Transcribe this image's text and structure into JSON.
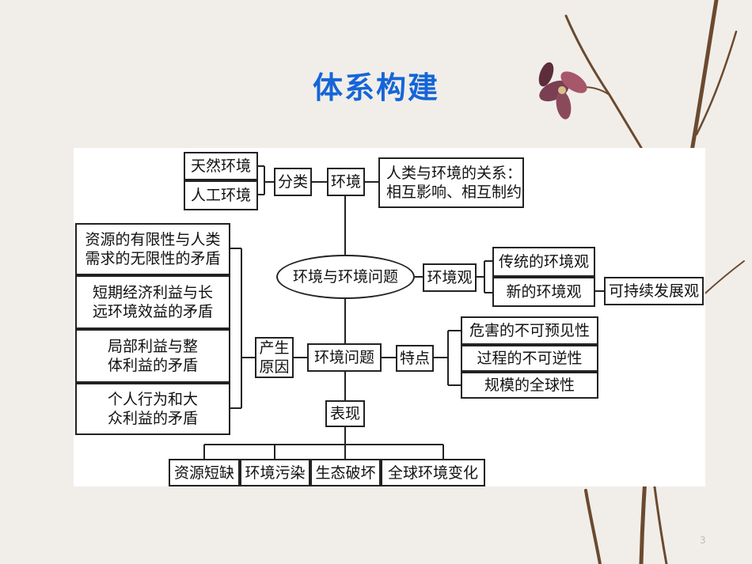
{
  "title": "体系构建",
  "page_number": "3",
  "nodes": {
    "natural_env": "天然环境",
    "artificial_env": "人工环境",
    "classification": "分类",
    "environment": "环境",
    "relation": "人类与环境的关系：\n相互影响、相互制约",
    "center": "环境与环境问题",
    "env_view": "环境观",
    "traditional_view": "传统的环境观",
    "new_view": "新的环境观",
    "sustainable": "可持续发展观",
    "contradiction1": "资源的有限性与人类\n需求的无限性的矛盾",
    "contradiction2": "短期经济利益与长\n远环境效益的矛盾",
    "contradiction3": "局部利益与整\n体利益的矛盾",
    "contradiction4": "个人行为和大\n众利益的矛盾",
    "causes": "产生\n原因",
    "env_problem": "环境问题",
    "features": "特点",
    "feature1": "危害的不可预见性",
    "feature2": "过程的不可逆性",
    "feature3": "规模的全球性",
    "manifestation": "表现",
    "result1": "资源短缺",
    "result2": "环境污染",
    "result3": "生态破坏",
    "result4": "全球环境变化"
  }
}
